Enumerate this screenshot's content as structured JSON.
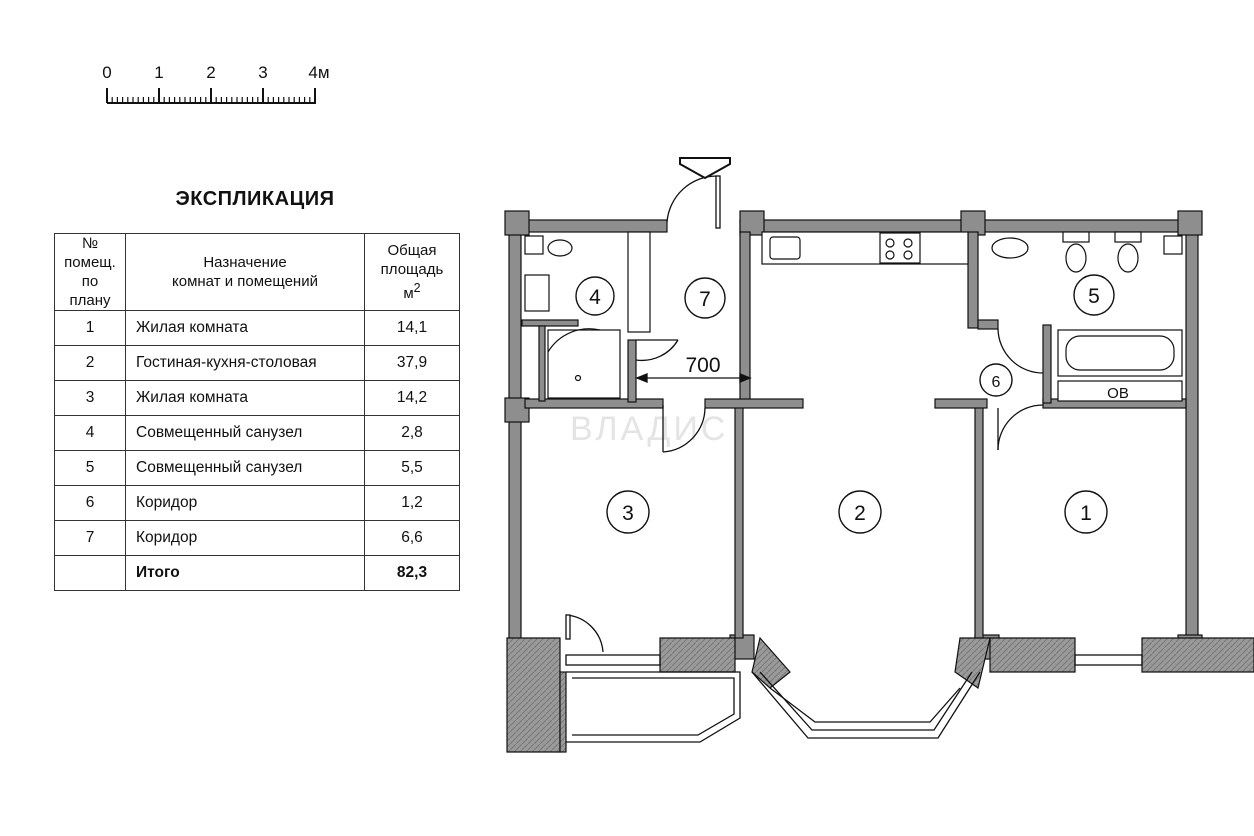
{
  "scale_bar": {
    "ticks": [
      "0",
      "1",
      "2",
      "3",
      "4м"
    ]
  },
  "explication": {
    "title": "ЭКСПЛИКАЦИЯ",
    "headers": {
      "number": [
        "№",
        "помещ.",
        "по плану"
      ],
      "purpose": [
        "Назначение",
        "комнат и помещений"
      ],
      "area_line1": "Общая",
      "area_line2": "площадь",
      "area_unit": "м",
      "area_unit_sup": "2"
    },
    "rows": [
      {
        "num": "1",
        "name": "Жилая комната",
        "area": "14,1"
      },
      {
        "num": "2",
        "name": "Гостиная-кухня-столовая",
        "area": "37,9"
      },
      {
        "num": "3",
        "name": "Жилая комната",
        "area": "14,2"
      },
      {
        "num": "4",
        "name": "Совмещенный санузел",
        "area": "2,8"
      },
      {
        "num": "5",
        "name": "Совмещенный санузел",
        "area": "5,5"
      },
      {
        "num": "6",
        "name": "Коридор",
        "area": "1,2"
      },
      {
        "num": "7",
        "name": "Коридор",
        "area": "6,6"
      }
    ],
    "total": {
      "label": "Итого",
      "area": "82,3"
    }
  },
  "plan": {
    "room_labels": [
      "1",
      "2",
      "3",
      "4",
      "5",
      "6",
      "7"
    ],
    "dimension_label": "700",
    "ventilation_label": "ОВ",
    "watermark": "ВЛАДИС"
  },
  "colors": {
    "wall": "#8e8e8e",
    "line": "#111111",
    "paper": "#ffffff"
  }
}
